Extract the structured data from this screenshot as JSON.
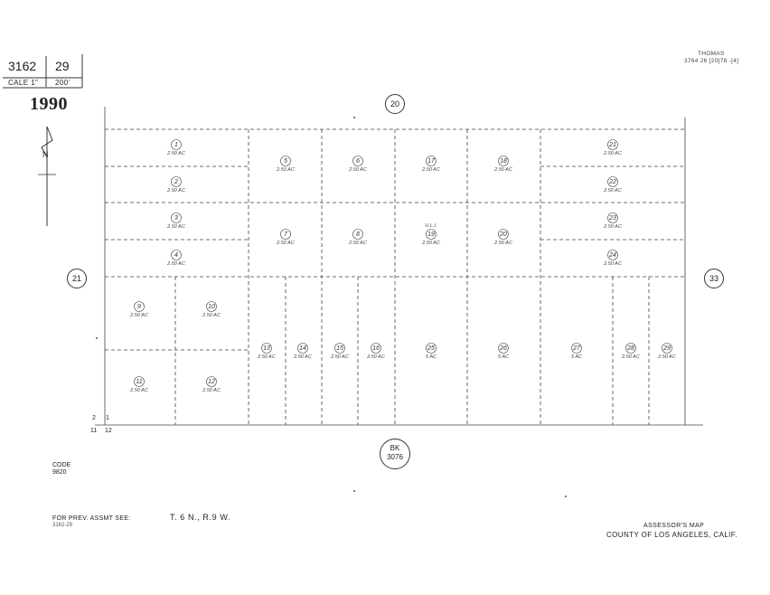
{
  "header": {
    "book": "3162",
    "page": "29",
    "scale_label": "CALE 1\"",
    "scale_value": "200'",
    "year": "1990",
    "top_right_stamp_1": "THOMAS",
    "top_right_stamp_2": "3764 26 [20]78 -[4]",
    "north_label": "N"
  },
  "adjacent": {
    "top": "20",
    "left": "21",
    "right": "33",
    "bottom_bk": "BK",
    "bottom_num": "3076"
  },
  "corner_labels": {
    "top_left": "2",
    "top_right": "1",
    "bottom_left": "11",
    "bottom_right": "12"
  },
  "code": {
    "label": "CODE",
    "value": "9820"
  },
  "footer": {
    "prev_label": "FOR PREV. ASSMT SEE:",
    "prev_value": "3162-29",
    "township": "T. 6 N., R.9 W.",
    "map_title": "ASSESSOR'S MAP",
    "county": "COUNTY OF LOS ANGELES, CALIF."
  },
  "parcels": [
    {
      "num": "1",
      "acre": "2.50 AC"
    },
    {
      "num": "2",
      "acre": "2.50 AC"
    },
    {
      "num": "3",
      "acre": "2.50 AC"
    },
    {
      "num": "4",
      "acre": "2.50 AC"
    },
    {
      "num": "5",
      "acre": "2.50 AC"
    },
    {
      "num": "6",
      "acre": "2.50 AC"
    },
    {
      "num": "7",
      "acre": "2.50 AC"
    },
    {
      "num": "8",
      "acre": "2.50 AC"
    },
    {
      "num": "9",
      "acre": "2.50 AC"
    },
    {
      "num": "10",
      "acre": "2.50 AC"
    },
    {
      "num": "11",
      "acre": "2.50 AC"
    },
    {
      "num": "12",
      "acre": "2.50 AC"
    },
    {
      "num": "13",
      "acre": "2.50 AC"
    },
    {
      "num": "14",
      "acre": "2.50 AC"
    },
    {
      "num": "15",
      "acre": "2.50 AC"
    },
    {
      "num": "16",
      "acre": "2.50 AC"
    },
    {
      "num": "17",
      "acre": "2.50 AC"
    },
    {
      "num": "18",
      "acre": "2.50 AC"
    },
    {
      "num": "19",
      "acre": "2.50 AC"
    },
    {
      "num": "20",
      "acre": "2.50 AC"
    },
    {
      "num": "21",
      "acre": "2.50 AC"
    },
    {
      "num": "22",
      "acre": "2.50 AC"
    },
    {
      "num": "23",
      "acre": "2.50 AC"
    },
    {
      "num": "24",
      "acre": "2.50 AC"
    },
    {
      "num": "25",
      "acre": "5 AC"
    },
    {
      "num": "26",
      "acre": "5 AC"
    },
    {
      "num": "27",
      "acre": "5 AC"
    },
    {
      "num": "28",
      "acre": "2.50 AC"
    },
    {
      "num": "29",
      "acre": "2.50 AC"
    }
  ],
  "parcel_19_extra": "U.L.I."
}
